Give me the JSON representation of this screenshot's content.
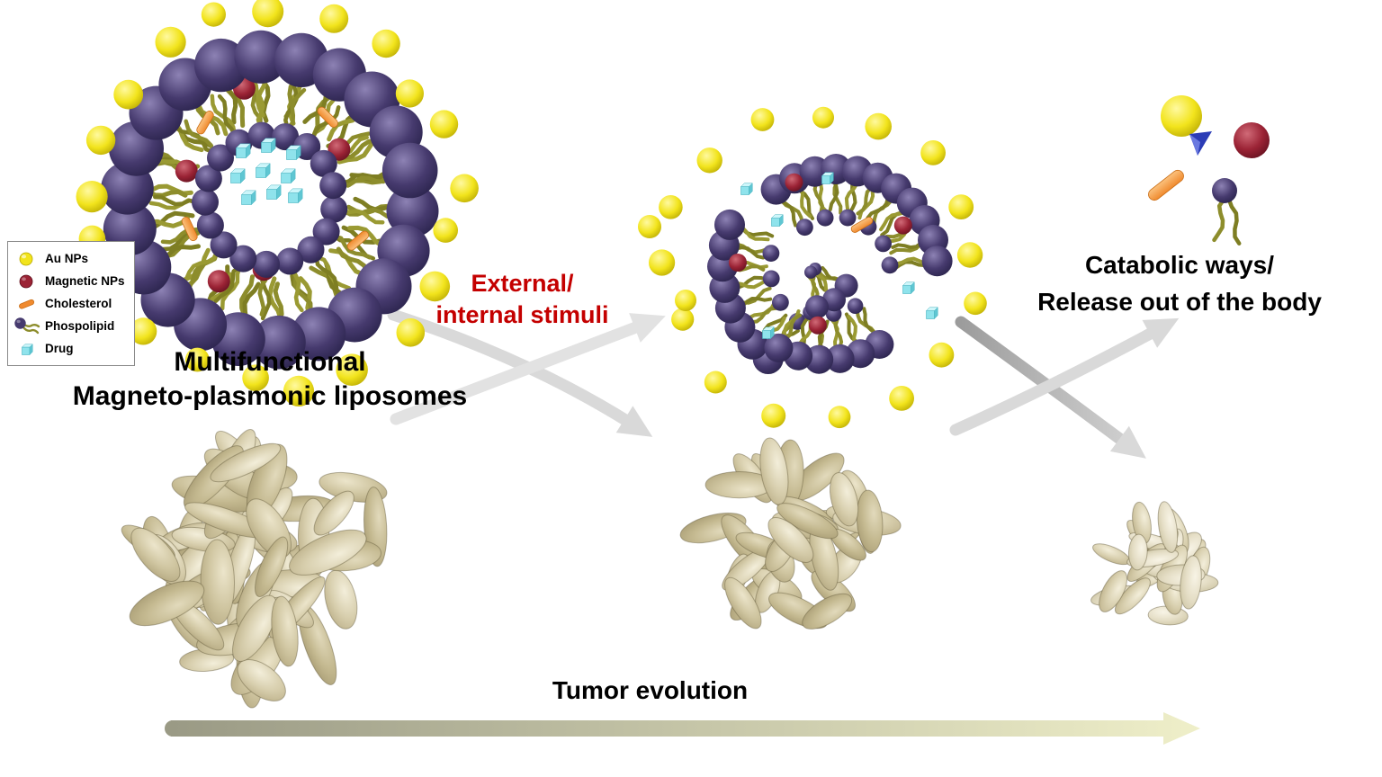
{
  "labels": {
    "liposome_title_line1": "Multifunctional",
    "liposome_title_line2": "Magneto-plasmonic liposomes",
    "stimuli_line1": "External/",
    "stimuli_line2": "internal stimuli",
    "catabolic_line1": "Catabolic ways/",
    "catabolic_line2": "Release out of the body",
    "tumor_evolution": "Tumor evolution"
  },
  "legend": {
    "items": [
      {
        "label": "Au NPs",
        "icon": "au-np-icon"
      },
      {
        "label": "Magnetic NPs",
        "icon": "magnetic-np-icon"
      },
      {
        "label": "Cholesterol",
        "icon": "cholesterol-icon"
      },
      {
        "label": "Phospolipid",
        "icon": "phospholipid-icon"
      },
      {
        "label": "Drug",
        "icon": "drug-icon"
      }
    ]
  },
  "colors": {
    "au_np": "#f2e41c",
    "au_np_highlight": "#fff9a0",
    "au_np_shadow": "#b5a500",
    "magnetic_np": "#9b2335",
    "magnetic_np_highlight": "#d06a77",
    "magnetic_np_shadow": "#5e0f1d",
    "cholesterol": "#f08a2e",
    "cholesterol_light": "#fbc27e",
    "phospholipid_head": "#463a6e",
    "phospholipid_head_light": "#8d82b4",
    "phospholipid_head_dark": "#262047",
    "lipid_tail": "#8d8d2c",
    "drug_front": "#8fe3ec",
    "drug_top": "#cdf6fa",
    "drug_side": "#5fc6d2",
    "arrow_light": "#d9d9d9",
    "arrow_dark": "#9a9a9a",
    "evolution_arrow_start": "#9a9a85",
    "evolution_arrow_end": "#efefc9",
    "stimuli_text": "#c40000",
    "caption_text": "#000000"
  }
}
